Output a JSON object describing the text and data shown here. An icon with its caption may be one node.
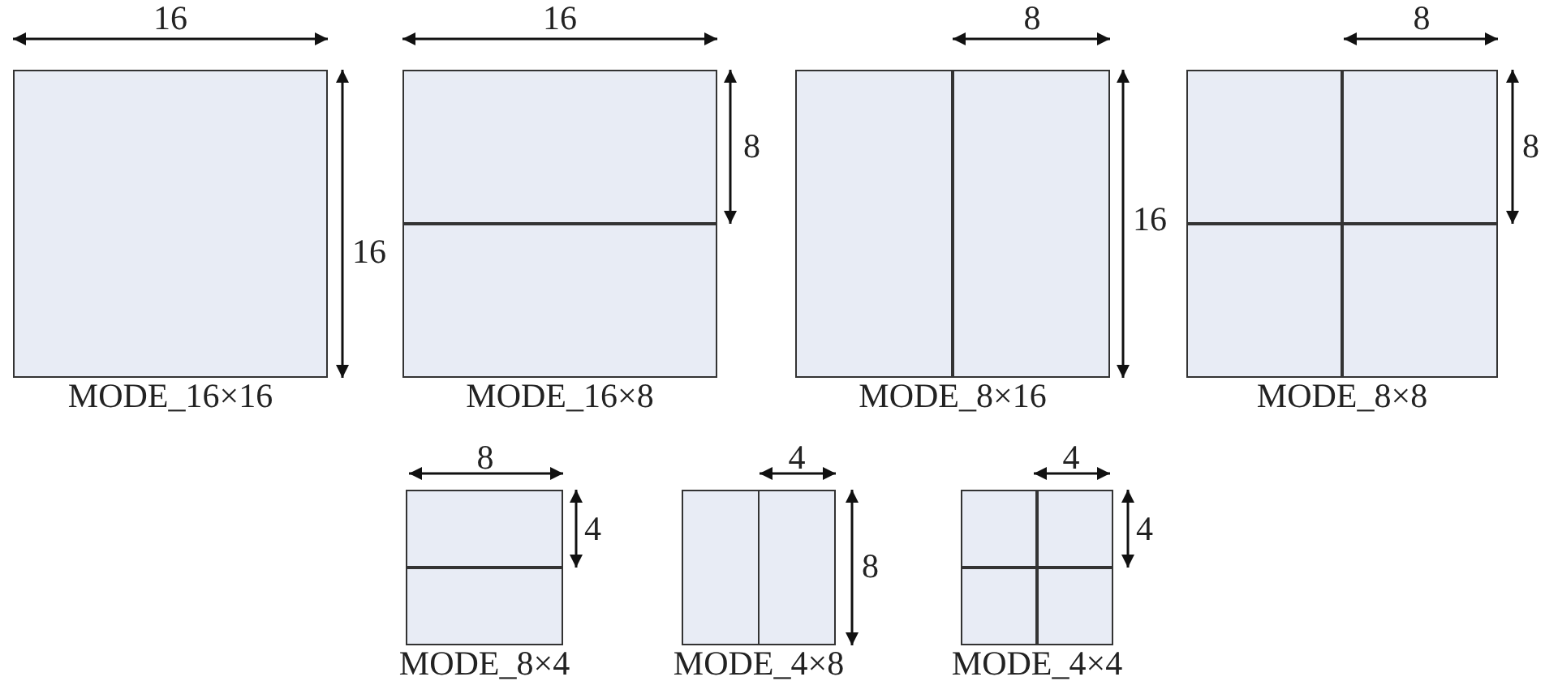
{
  "diagram": {
    "nodes": [
      {
        "text": [],
        "shape": "box",
        "beside": [
          "MODE_16×16"
        ]
      },
      {
        "text": [],
        "shape": "box",
        "beside": [
          "MODE_16×8"
        ]
      },
      {
        "text": [],
        "shape": "box",
        "beside": [
          "MODE_8×16"
        ]
      },
      {
        "text": [],
        "shape": "box",
        "beside": [
          "MODE_8×8"
        ]
      },
      {
        "text": [],
        "shape": "box",
        "beside": [
          "MODE_8×4"
        ]
      },
      {
        "text": [],
        "shape": "box",
        "beside": [
          "MODE_4×8"
        ]
      },
      {
        "text": [],
        "shape": "box",
        "beside": [
          "MODE_4×4"
        ]
      }
    ],
    "labels": [
      "16",
      "16",
      "8",
      "8",
      "8",
      "8",
      "16",
      "16",
      "8",
      "4",
      "4",
      "4",
      "8",
      "4"
    ]
  }
}
